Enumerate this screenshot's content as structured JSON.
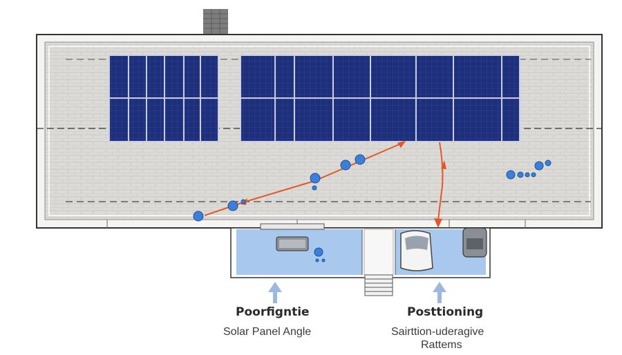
{
  "labels": {
    "left_title": "Poorfigntie",
    "left_subtitle": "Solar Panel Angle",
    "right_title": "Posttioning",
    "right_subtitle_line1": "Sairttion-uderagive",
    "right_subtitle_line2": "Rattems"
  },
  "colors": {
    "roof": "#d9d8d4",
    "panel": "#1d2e7a",
    "panel_frame": "#c9cfe0",
    "arrow": "#e0592a",
    "marker": "#3b7fd9",
    "interior": "#a8c8ee",
    "up_arrow": "#9db8de"
  },
  "icons": [
    "chimney-icon",
    "stairs-icon",
    "car-icon",
    "sofa-icon",
    "up-arrow-icon",
    "marker-icon"
  ]
}
